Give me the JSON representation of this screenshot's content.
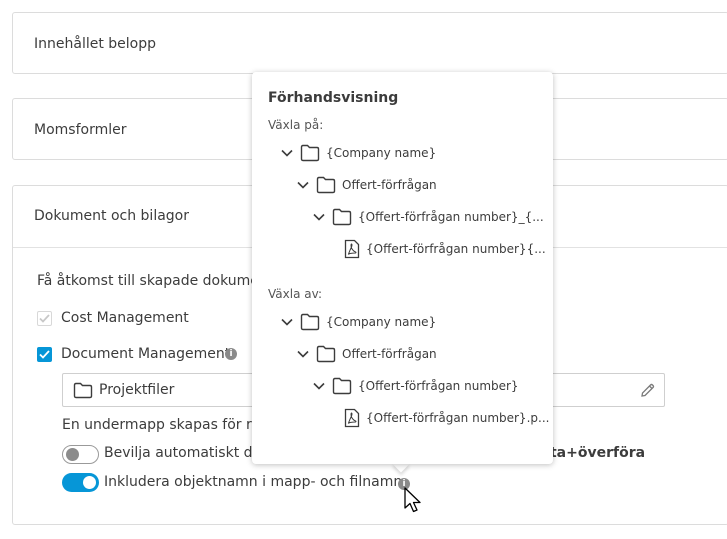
{
  "panels": {
    "amount": {
      "title": "Innehållet belopp"
    },
    "vat": {
      "title": "Momsformler"
    },
    "documents": {
      "title": "Dokument och bilagor",
      "access_text": "Få åtkomst till skapade dokumen",
      "cost_management": {
        "label": "Cost Management",
        "checked": true,
        "disabled": true
      },
      "document_management": {
        "label": "Document Management",
        "checked": true
      },
      "folder_field": {
        "value": "Projektfiler"
      },
      "subfolder_text": "En undermapp skapas för res",
      "auto_grant": {
        "label": "Bevilja automatiskt de",
        "label_suffix": "nta+överföra",
        "on": false
      },
      "include_names": {
        "label": "Inkludera objektnamn i mapp- och filnamn",
        "on": true
      }
    }
  },
  "popover": {
    "title": "Förhandsvisning",
    "on_label": "Växla på:",
    "off_label": "Växla av:",
    "on_tree": [
      {
        "text": "{Company name}",
        "type": "folder"
      },
      {
        "text": "Offert-förfrågan",
        "type": "folder"
      },
      {
        "text": "{Offert-förfrågan number}_{...",
        "type": "folder"
      },
      {
        "text": "{Offert-förfrågan number}{...",
        "type": "pdf"
      }
    ],
    "off_tree": [
      {
        "text": "{Company name}",
        "type": "folder"
      },
      {
        "text": "Offert-förfrågan",
        "type": "folder"
      },
      {
        "text": "{Offert-förfrågan number}",
        "type": "folder"
      },
      {
        "text": "{Offert-förfrågan number}.p...",
        "type": "pdf"
      }
    ]
  },
  "colors": {
    "accent": "#0696d7",
    "border": "#dcdcdc",
    "text": "#3c3c3c"
  }
}
